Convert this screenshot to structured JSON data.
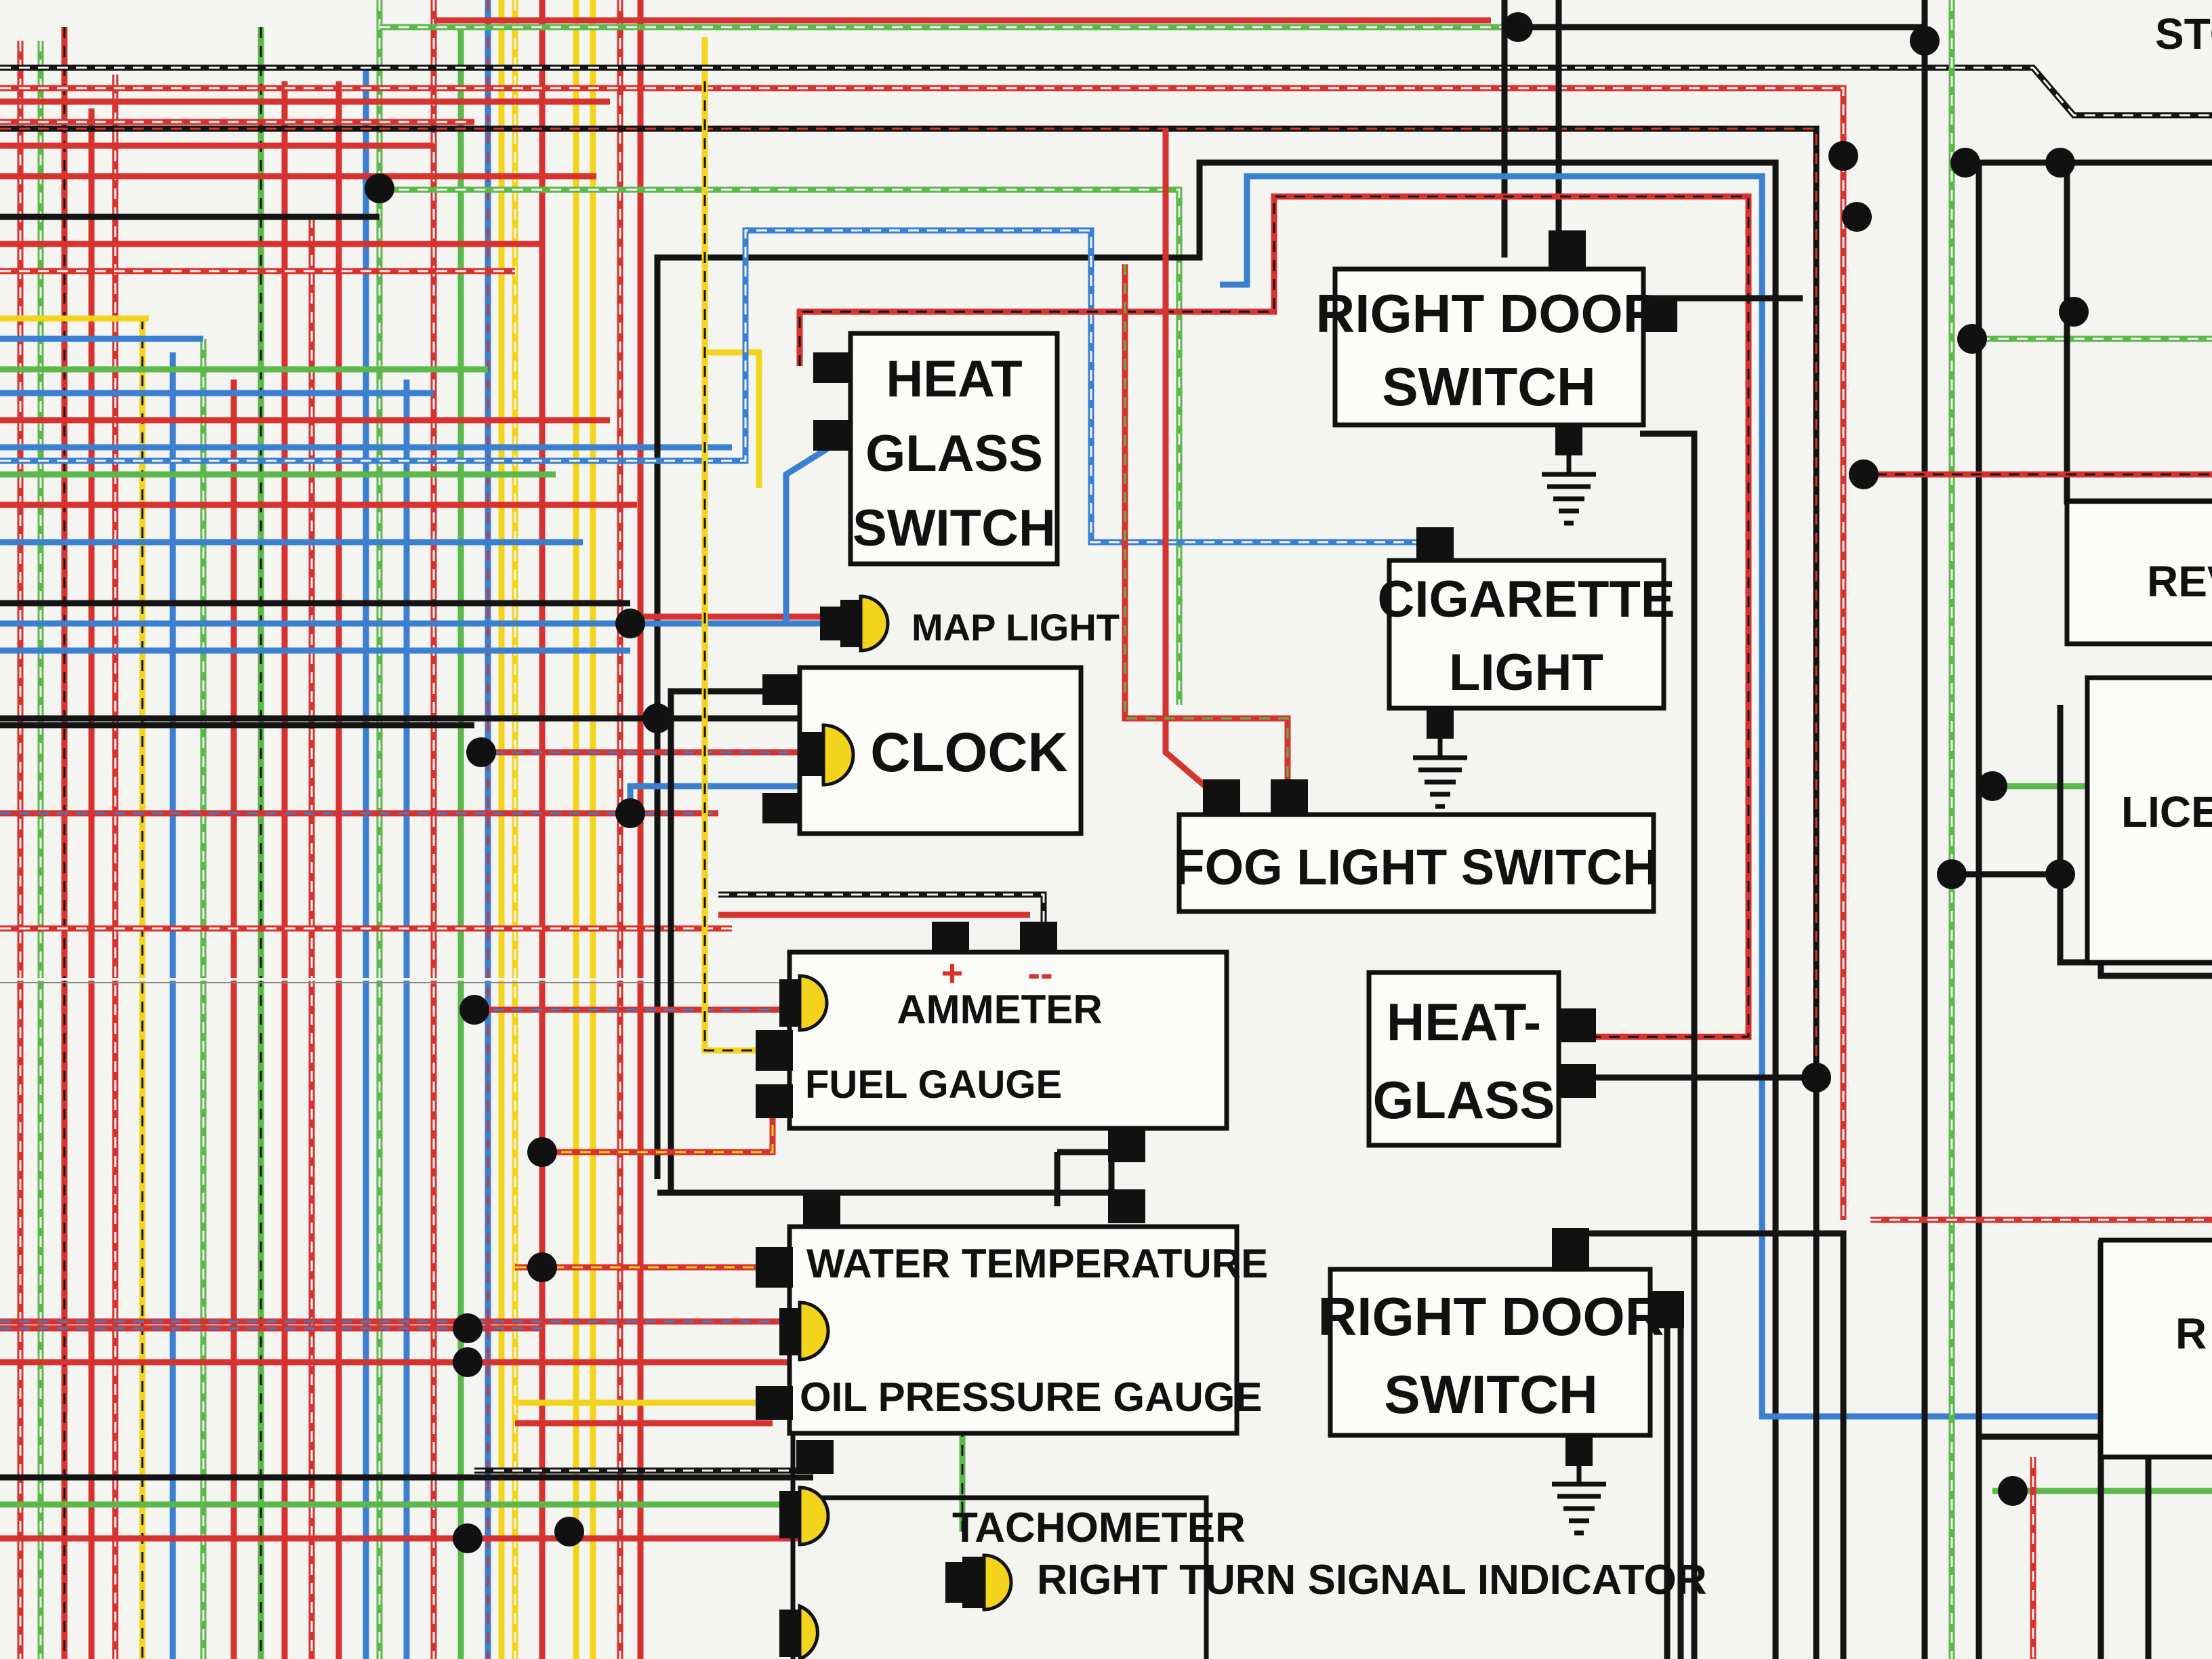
{
  "diagram": {
    "components": {
      "heat_glass_switch": [
        "HEAT",
        "GLASS",
        "SWITCH"
      ],
      "right_door_switch_top": [
        "RIGHT DOOR",
        "SWITCH"
      ],
      "cigarette_light": [
        "CIGARETTE",
        "LIGHT"
      ],
      "map_light": "MAP LIGHT",
      "clock": "CLOCK",
      "fog_light_switch": "FOG LIGHT SWITCH",
      "ammeter": "AMMETER",
      "ammeter_plus": "+",
      "ammeter_minus": "--",
      "fuel_gauge": "FUEL GAUGE",
      "heat_glass": [
        "HEAT-",
        "GLASS"
      ],
      "water_temperature": "WATER TEMPERATURE",
      "oil_pressure_gauge": "OIL PRESSURE GAUGE",
      "right_door_switch_bottom": [
        "RIGHT DOOR",
        "SWITCH"
      ],
      "tachometer": "TACHOMETER",
      "right_turn_signal_indicator": "RIGHT TURN SIGNAL INDICATOR"
    },
    "edge_labels": {
      "top_right": "STO",
      "right_rev": "REV",
      "right_lice": "LICE",
      "right_r": "R"
    },
    "wire_colors": {
      "red": "#d6322f",
      "blue": "#3b7fd0",
      "green": "#5cb84a",
      "yellow": "#f3d41c",
      "black": "#141414",
      "white": "#f4f4f1",
      "gray": "#8a8a8a"
    }
  }
}
